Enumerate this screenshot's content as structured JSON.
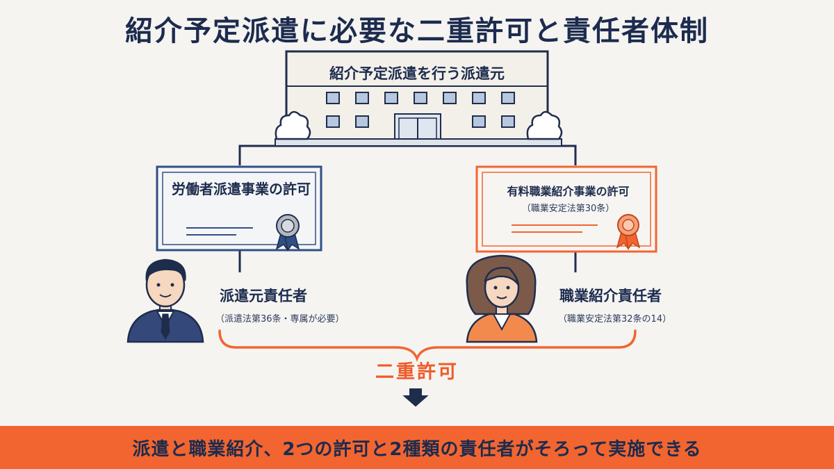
{
  "title": "紹介予定派遣に必要な二重許可と責任者体制",
  "building": {
    "label": "紹介予定派遣を行う派遣元"
  },
  "cert_left": {
    "title": "労働者派遣事業の許可"
  },
  "cert_right": {
    "title": "有料職業紹介事業の許可",
    "law": "（職業安定法第30条）"
  },
  "person_left": {
    "role": "派遣元責任者",
    "note": "（派遣法第36条・専属が必要）"
  },
  "person_right": {
    "role": "職業紹介責任者",
    "note": "（職業安定法第32条の14）"
  },
  "dual_permit": "二重許可",
  "banner": {
    "text": "派遣と職業紹介、2つの許可と2種類の責任者がそろって実施できる"
  },
  "colors": {
    "navy": "#1c2b4e",
    "orange": "#f26530",
    "cert_left_border": "#2f4f86",
    "background": "#f5f4f1"
  },
  "icons": [
    "building-icon",
    "bush-icon",
    "certificate-icon",
    "ribbon-seal-icon",
    "businessman-icon",
    "businesswoman-icon",
    "down-arrow-icon",
    "curly-brace"
  ]
}
